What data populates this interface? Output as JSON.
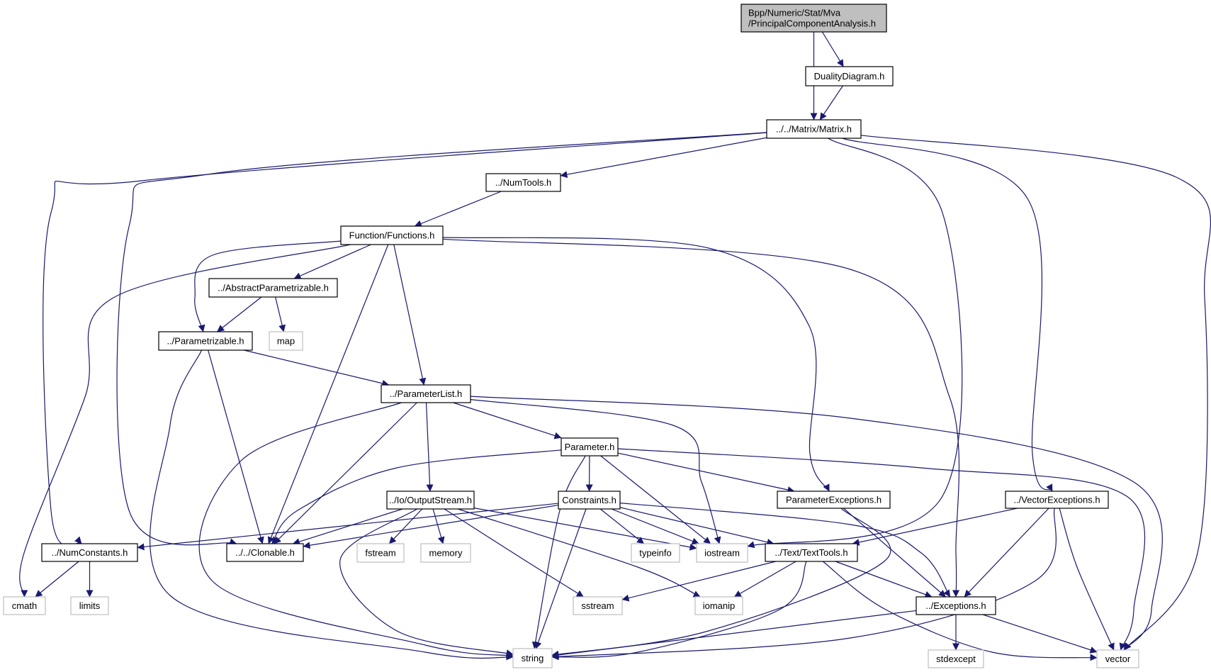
{
  "title": "Include dependency graph for PrincipalComponentAnalysis.h",
  "colors": {
    "edge": "#191970",
    "root_fill": "#bfbfbf",
    "root_stroke": "#000000",
    "internal_stroke": "#000000",
    "external_stroke": "#bfbfbf",
    "node_fill": "#ffffff"
  },
  "nodes": [
    {
      "id": "pca",
      "lines": [
        "Bpp/Numeric/Stat/Mva",
        "/PrincipalComponentAnalysis.h"
      ],
      "kind": "root"
    },
    {
      "id": "duality",
      "lines": [
        "DualityDiagram.h"
      ],
      "kind": "internal"
    },
    {
      "id": "matrix",
      "lines": [
        "../../Matrix/Matrix.h"
      ],
      "kind": "internal"
    },
    {
      "id": "numtools",
      "lines": [
        "../NumTools.h"
      ],
      "kind": "internal"
    },
    {
      "id": "functions",
      "lines": [
        "Function/Functions.h"
      ],
      "kind": "internal"
    },
    {
      "id": "absparam",
      "lines": [
        "../AbstractParametrizable.h"
      ],
      "kind": "internal"
    },
    {
      "id": "map",
      "lines": [
        "map"
      ],
      "kind": "external"
    },
    {
      "id": "param",
      "lines": [
        "../Parametrizable.h"
      ],
      "kind": "internal"
    },
    {
      "id": "paramlist",
      "lines": [
        "../ParameterList.h"
      ],
      "kind": "internal"
    },
    {
      "id": "parameter",
      "lines": [
        "Parameter.h"
      ],
      "kind": "internal"
    },
    {
      "id": "outstream",
      "lines": [
        "../Io/OutputStream.h"
      ],
      "kind": "internal"
    },
    {
      "id": "constraints",
      "lines": [
        "Constraints.h"
      ],
      "kind": "internal"
    },
    {
      "id": "paramexc",
      "lines": [
        "ParameterExceptions.h"
      ],
      "kind": "internal"
    },
    {
      "id": "vecexc",
      "lines": [
        "../VectorExceptions.h"
      ],
      "kind": "internal"
    },
    {
      "id": "numconst",
      "lines": [
        "../NumConstants.h"
      ],
      "kind": "internal"
    },
    {
      "id": "clonable",
      "lines": [
        "../../Clonable.h"
      ],
      "kind": "internal"
    },
    {
      "id": "fstream",
      "lines": [
        "fstream"
      ],
      "kind": "external"
    },
    {
      "id": "memory",
      "lines": [
        "memory"
      ],
      "kind": "external"
    },
    {
      "id": "typeinfo",
      "lines": [
        "typeinfo"
      ],
      "kind": "external"
    },
    {
      "id": "iostream",
      "lines": [
        "iostream"
      ],
      "kind": "external"
    },
    {
      "id": "texttools",
      "lines": [
        "../Text/TextTools.h"
      ],
      "kind": "internal"
    },
    {
      "id": "cmath",
      "lines": [
        "cmath"
      ],
      "kind": "external"
    },
    {
      "id": "limits",
      "lines": [
        "limits"
      ],
      "kind": "external"
    },
    {
      "id": "sstream",
      "lines": [
        "sstream"
      ],
      "kind": "external"
    },
    {
      "id": "iomanip",
      "lines": [
        "iomanip"
      ],
      "kind": "external"
    },
    {
      "id": "exceptions",
      "lines": [
        "../Exceptions.h"
      ],
      "kind": "internal"
    },
    {
      "id": "string",
      "lines": [
        "string"
      ],
      "kind": "external"
    },
    {
      "id": "stdexcept",
      "lines": [
        "stdexcept"
      ],
      "kind": "external"
    },
    {
      "id": "vector",
      "lines": [
        "vector"
      ],
      "kind": "external"
    }
  ],
  "edges": [
    [
      "pca",
      "matrix"
    ],
    [
      "pca",
      "duality"
    ],
    [
      "duality",
      "matrix"
    ],
    [
      "matrix",
      "numtools"
    ],
    [
      "matrix",
      "numconst"
    ],
    [
      "matrix",
      "clonable"
    ],
    [
      "matrix",
      "iostream"
    ],
    [
      "matrix",
      "vecexc"
    ],
    [
      "matrix",
      "vector"
    ],
    [
      "numtools",
      "functions"
    ],
    [
      "functions",
      "absparam"
    ],
    [
      "functions",
      "param"
    ],
    [
      "functions",
      "cmath"
    ],
    [
      "functions",
      "clonable"
    ],
    [
      "functions",
      "paramlist"
    ],
    [
      "functions",
      "paramexc"
    ],
    [
      "functions",
      "exceptions"
    ],
    [
      "absparam",
      "param"
    ],
    [
      "absparam",
      "map"
    ],
    [
      "param",
      "paramlist"
    ],
    [
      "param",
      "clonable"
    ],
    [
      "param",
      "string"
    ],
    [
      "paramlist",
      "parameter"
    ],
    [
      "paramlist",
      "outstream"
    ],
    [
      "paramlist",
      "clonable"
    ],
    [
      "paramlist",
      "string"
    ],
    [
      "paramlist",
      "iostream"
    ],
    [
      "paramlist",
      "vector"
    ],
    [
      "parameter",
      "constraints"
    ],
    [
      "parameter",
      "paramexc"
    ],
    [
      "parameter",
      "clonable"
    ],
    [
      "parameter",
      "string"
    ],
    [
      "parameter",
      "iostream"
    ],
    [
      "parameter",
      "vector"
    ],
    [
      "outstream",
      "clonable"
    ],
    [
      "outstream",
      "fstream"
    ],
    [
      "outstream",
      "memory"
    ],
    [
      "outstream",
      "iostream"
    ],
    [
      "outstream",
      "sstream"
    ],
    [
      "outstream",
      "iomanip"
    ],
    [
      "outstream",
      "string"
    ],
    [
      "constraints",
      "numconst"
    ],
    [
      "constraints",
      "clonable"
    ],
    [
      "constraints",
      "typeinfo"
    ],
    [
      "constraints",
      "iostream"
    ],
    [
      "constraints",
      "texttools"
    ],
    [
      "constraints",
      "exceptions"
    ],
    [
      "constraints",
      "string"
    ],
    [
      "paramexc",
      "exceptions"
    ],
    [
      "paramexc",
      "string"
    ],
    [
      "vecexc",
      "texttools"
    ],
    [
      "vecexc",
      "exceptions"
    ],
    [
      "vecexc",
      "string"
    ],
    [
      "vecexc",
      "vector"
    ],
    [
      "numconst",
      "cmath"
    ],
    [
      "numconst",
      "limits"
    ],
    [
      "texttools",
      "sstream"
    ],
    [
      "texttools",
      "iomanip"
    ],
    [
      "texttools",
      "exceptions"
    ],
    [
      "texttools",
      "string"
    ],
    [
      "texttools",
      "vector"
    ],
    [
      "exceptions",
      "stdexcept"
    ],
    [
      "exceptions",
      "string"
    ],
    [
      "exceptions",
      "vector"
    ]
  ]
}
